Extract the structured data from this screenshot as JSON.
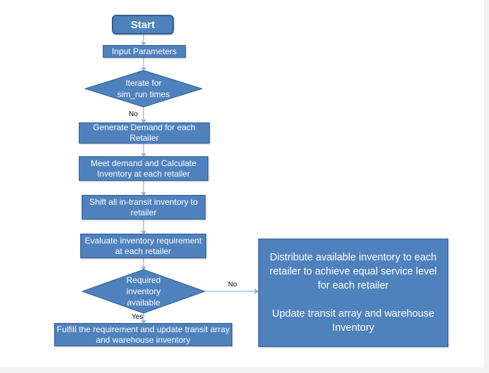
{
  "flowchart": {
    "start": "Start",
    "input": "Input Parameters",
    "iterate": "Iterate for sim_run times",
    "iterate_no": "No",
    "generate": "Generate Demand for each Retailer",
    "meet": "Meet demand and Calculate Inventory at each retailer",
    "shift": "Shift all in-transit inventory to retailer",
    "evaluate": "Evaluate inventory requirement at each retailer",
    "required": "Required inventory available",
    "required_yes": "Yes",
    "required_no": "No",
    "fulfill": "Fulfill the requirement and update transit array and warehouse inventory",
    "distribute": "Distribute available inventory to each retailer to achieve equal service level for each retailer\n\nUpdate transit array and warehouse Inventory"
  },
  "colors": {
    "box_fill": "#4f81bd",
    "box_border": "#2f5f93",
    "connector": "#8eb4e3"
  }
}
